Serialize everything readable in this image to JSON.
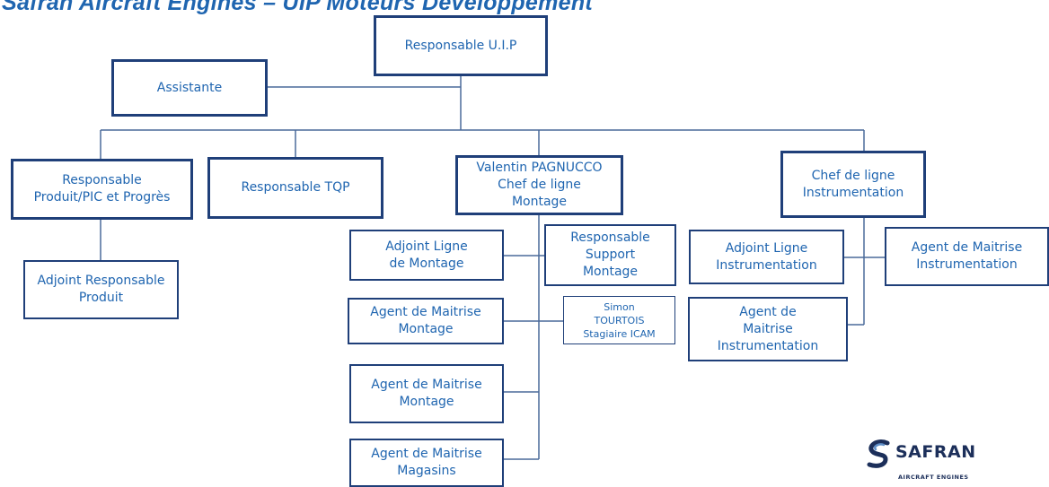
{
  "header": {
    "title": "Safran Aircraft Engines – UIP Moteurs Développement"
  },
  "boxes": {
    "uip": "Responsable U.I.P",
    "assistante": "Assistante",
    "resp_produit": "Responsable\nProduit/PIC et Progrès",
    "resp_tqp": "Responsable TQP",
    "pagnucco": "Valentin PAGNUCCO\nChef de ligne\nMontage",
    "chef_instr": "Chef de ligne\nInstrumentation",
    "adj_resp_produit": "Adjoint Responsable\nProduit",
    "adj_montage": "Adjoint Ligne\nde Montage",
    "resp_support": "Responsable\nSupport\nMontage",
    "simon": "Simon\nTOURTOIS\nStagiaire ICAM",
    "agent_montage_1": "Agent de Maitrise\nMontage",
    "agent_montage_2": "Agent de Maitrise\nMontage",
    "agent_magasins": "Agent de Maitrise\nMagasins",
    "adj_instr": "Adjoint Ligne\nInstrumentation",
    "agent_instr_right": "Agent de Maitrise\nInstrumentation",
    "agent_instr_below": "Agent de\nMaitrise\nInstrumentation"
  },
  "logo": {
    "word": "SAFRAN",
    "subtitle": "AIRCRAFT ENGINES"
  },
  "colors": {
    "text": "#1f65b0",
    "border": "#1f3f79",
    "line": "#4a6a9a",
    "logo": "#1c2f5a"
  }
}
